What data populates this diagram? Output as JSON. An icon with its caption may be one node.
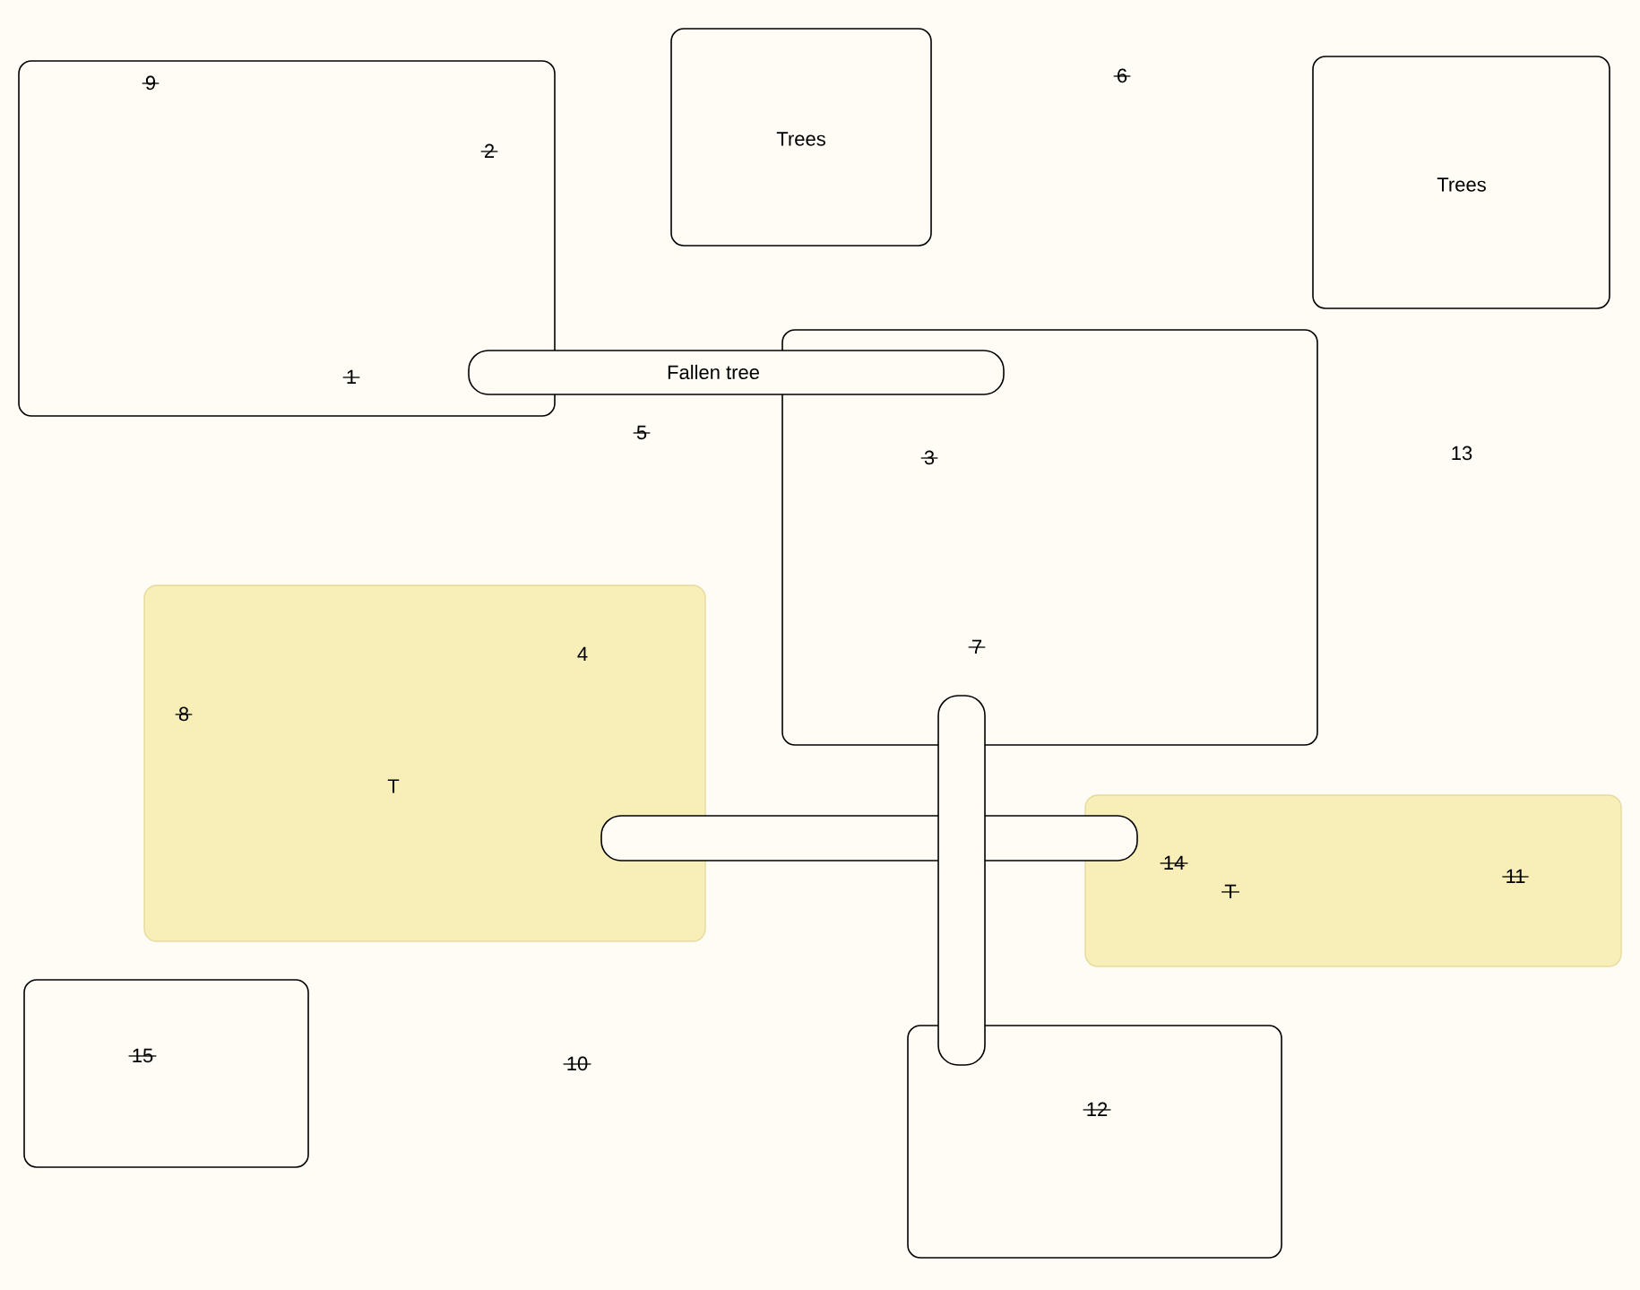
{
  "diagram": {
    "nodes": [
      {
        "text": [],
        "shape": "box"
      },
      {
        "text": [
          "Trees"
        ]
      },
      {
        "text": [
          "Trees"
        ]
      },
      {
        "text": [
          "Fallen tree"
        ]
      },
      {
        "text": [],
        "shape": "box"
      },
      {
        "text": [
          "T"
        ]
      },
      {
        "text": [],
        "shape": "bar"
      },
      {
        "text": [],
        "shape": "bar"
      },
      {
        "text": [],
        "shape": "box"
      },
      {
        "text": [],
        "shape": "box"
      },
      {
        "text": [],
        "shape": "box"
      }
    ],
    "labels": [
      "9",
      "6",
      "2",
      "1",
      "5",
      "3",
      "13",
      "4",
      "7",
      "8",
      "14",
      "T",
      "11",
      "15",
      "10",
      "12"
    ]
  }
}
